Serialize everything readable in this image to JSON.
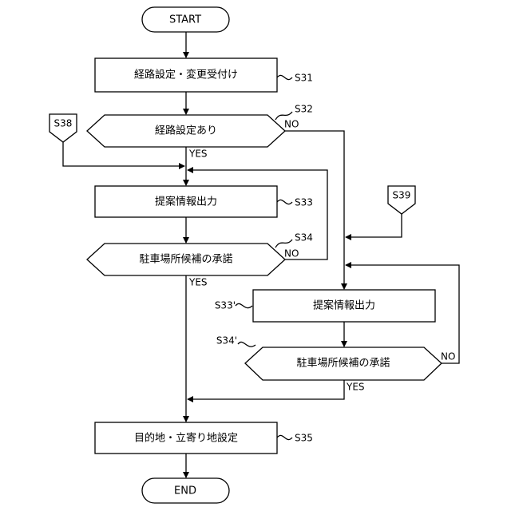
{
  "flow": {
    "start": "START",
    "end": "END",
    "s31": {
      "label": "経路設定・変更受付け",
      "ref": "S31"
    },
    "s32": {
      "label": "経路設定あり",
      "ref": "S32"
    },
    "s33": {
      "label": "提案情報出力",
      "ref": "S33"
    },
    "s34": {
      "label": "駐車場所候補の承諾",
      "ref": "S34"
    },
    "s33p": {
      "label": "提案情報出力",
      "ref": "S33'"
    },
    "s34p": {
      "label": "駐車場所候補の承諾",
      "ref": "S34'"
    },
    "s35": {
      "label": "目的地・立寄り地設定",
      "ref": "S35"
    },
    "s38": "S38",
    "s39": "S39",
    "yes": "YES",
    "no": "NO"
  }
}
